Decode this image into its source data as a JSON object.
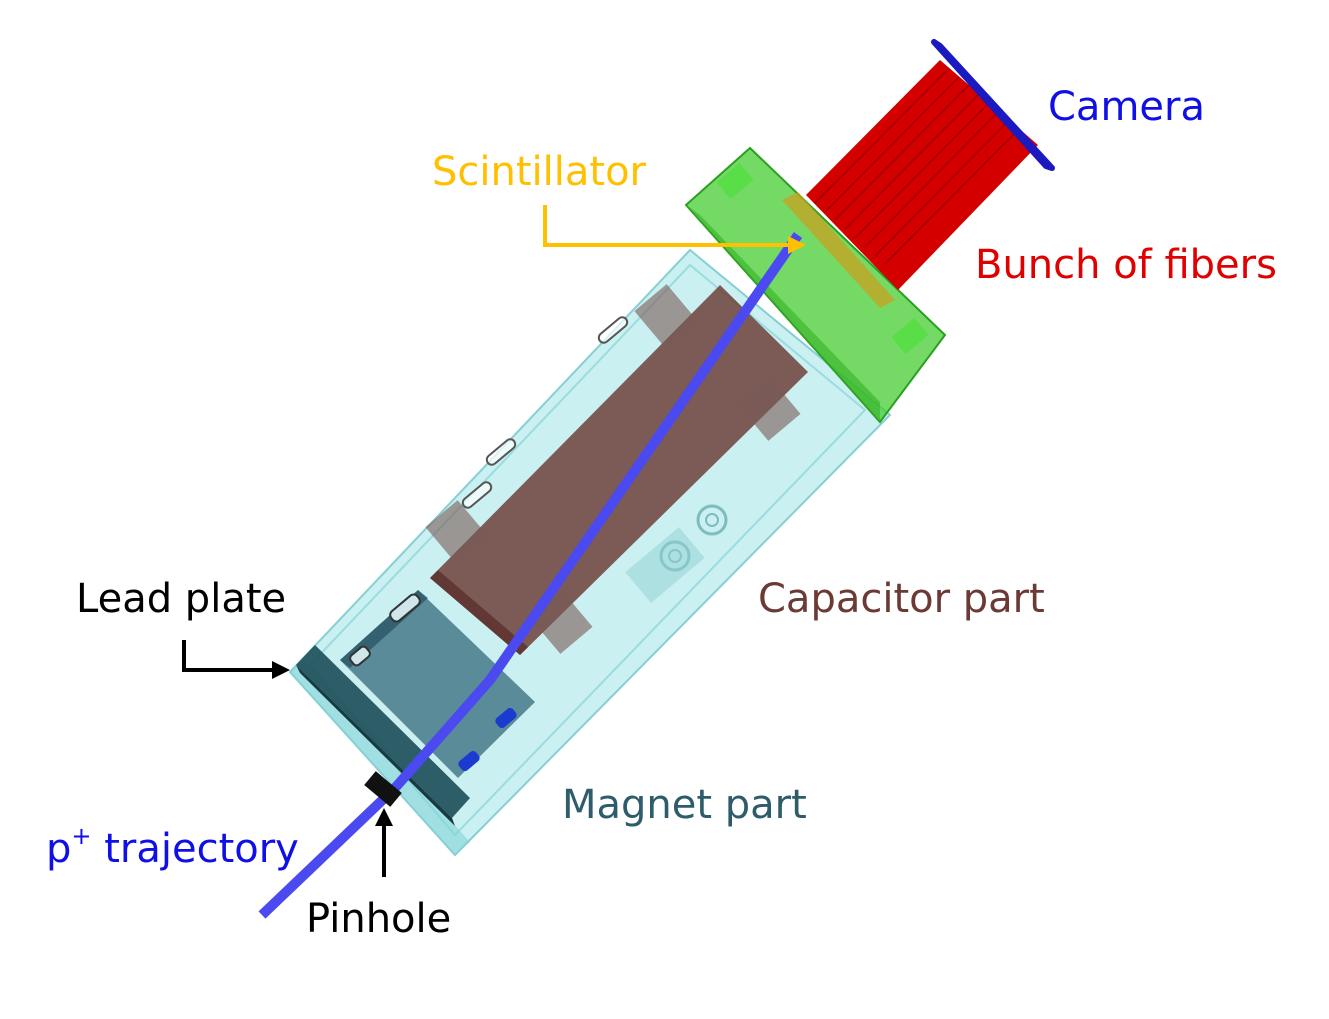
{
  "labels": {
    "camera": "Camera",
    "scintillator": "Scintillator",
    "fibers": "Bunch of fibers",
    "capacitor": "Capacitor part",
    "lead_plate": "Lead plate",
    "magnet": "Magnet part",
    "trajectory_p": "p",
    "trajectory_sup": "+",
    "trajectory_rest": " trajectory",
    "pinhole": "Pinhole"
  },
  "colors": {
    "camera": "#1010e6",
    "scintillator": "#ffc000",
    "fibers": "#e00000",
    "capacitor": "#6b3a34",
    "magnet": "#2e5c6b",
    "black": "#000000",
    "housing": "#9ee3e6",
    "scintillator_box": "#3fcc2a",
    "capacitor_board": "#6e3f3a",
    "magnet_block": "#2f6477",
    "lead_plate": "#24545e",
    "beam": "#4a4af0"
  }
}
